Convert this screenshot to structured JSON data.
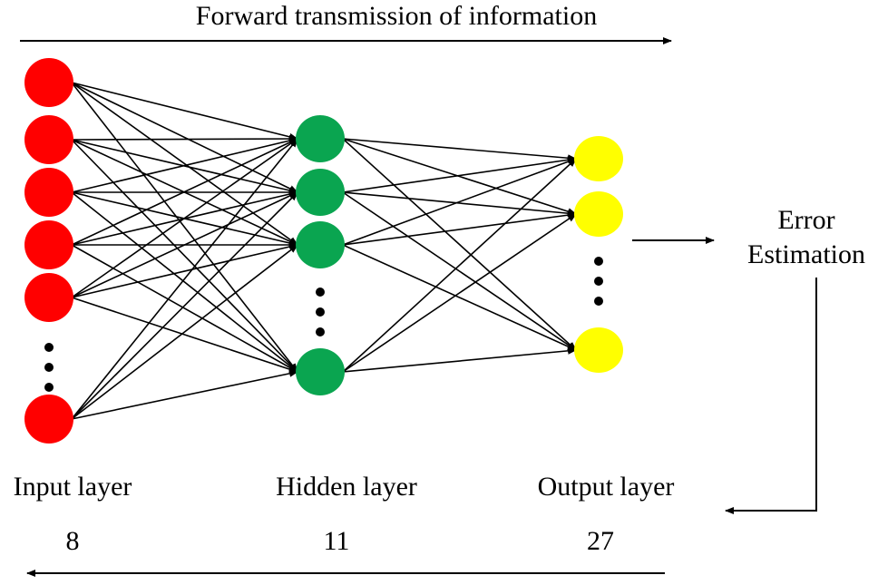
{
  "title": "Forward transmission of information",
  "error_estimation": {
    "line1": "Error",
    "line2": "Estimation"
  },
  "layers": [
    {
      "label": "Input layer",
      "count": "8",
      "color": "#ff0000"
    },
    {
      "label": "Hidden layer",
      "count": "11",
      "color": "#0aa550"
    },
    {
      "label": "Output layer",
      "count": "27",
      "color": "#ffff00"
    }
  ]
}
